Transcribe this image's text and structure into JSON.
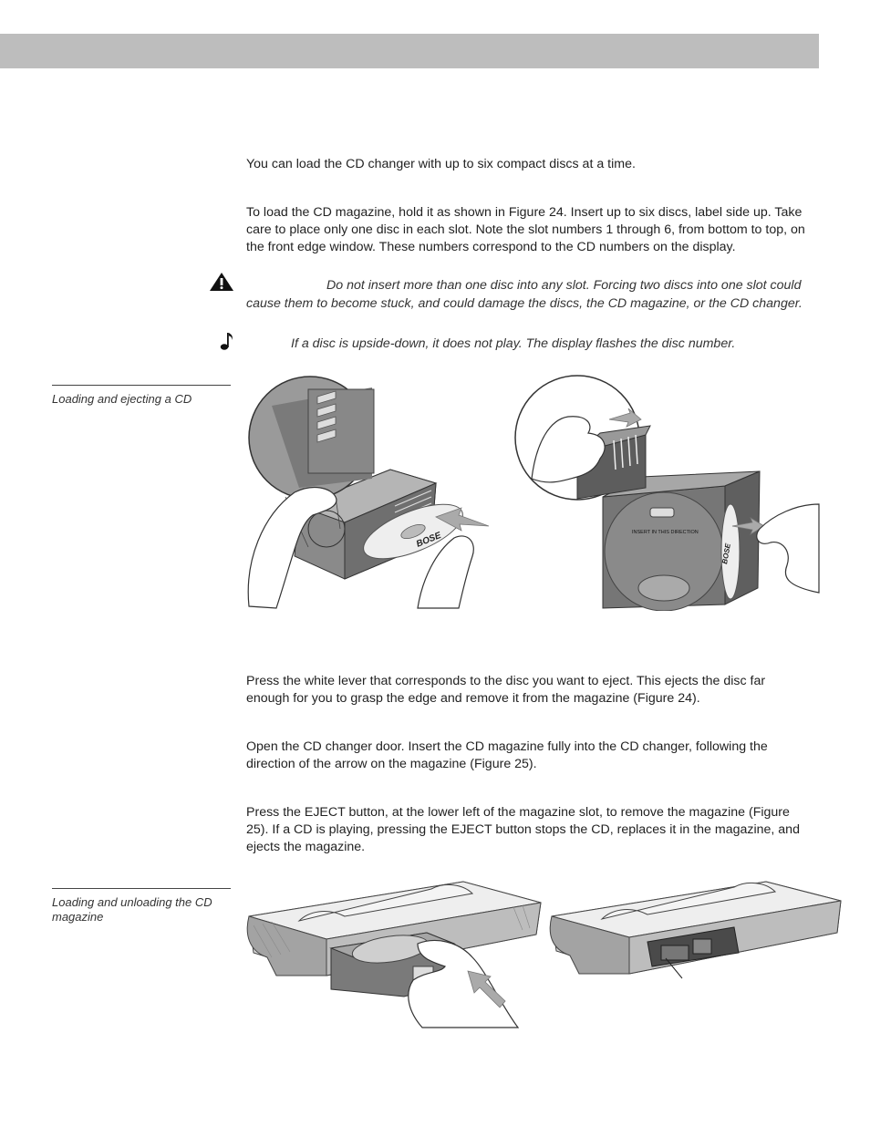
{
  "intro": "You can load the CD changer with up to six compact discs at a time.",
  "load_magazine": "To load the CD magazine, hold it as shown in Figure 24. Insert up to six discs, label side up. Take care to place only one disc in each slot. Note the slot numbers 1 through 6, from bottom to top, on the front edge window. These numbers correspond to the CD numbers on the display.",
  "caution": "Do not insert more than one disc into any slot. Forcing two discs into one slot could cause them to become stuck, and could damage the discs, the CD magazine, or the CD changer.",
  "note": "If a disc is upside-down, it does not play. The display flashes the disc number.",
  "figure24_caption": "Loading and ejecting a CD",
  "figure24_label_logo": "BOSE",
  "figure24_label_direction": "INSERT IN THIS DIRECTION",
  "eject_disc": "Press the white lever that corresponds to the disc you want to eject. This ejects the disc far enough for you to grasp the edge and remove it from the magazine (Figure 24).",
  "insert_magazine": "Open the CD changer door. Insert the CD magazine fully into the CD changer, following the direction of the arrow on the magazine (Figure 25).",
  "eject_magazine": "Press the EJECT button, at the lower left of the magazine slot, to remove the magazine (Figure 25). If a CD is playing, pressing the EJECT button stops the CD, replaces it in the magazine, and ejects the magazine.",
  "figure25_caption": "Loading and unloading the CD magazine"
}
